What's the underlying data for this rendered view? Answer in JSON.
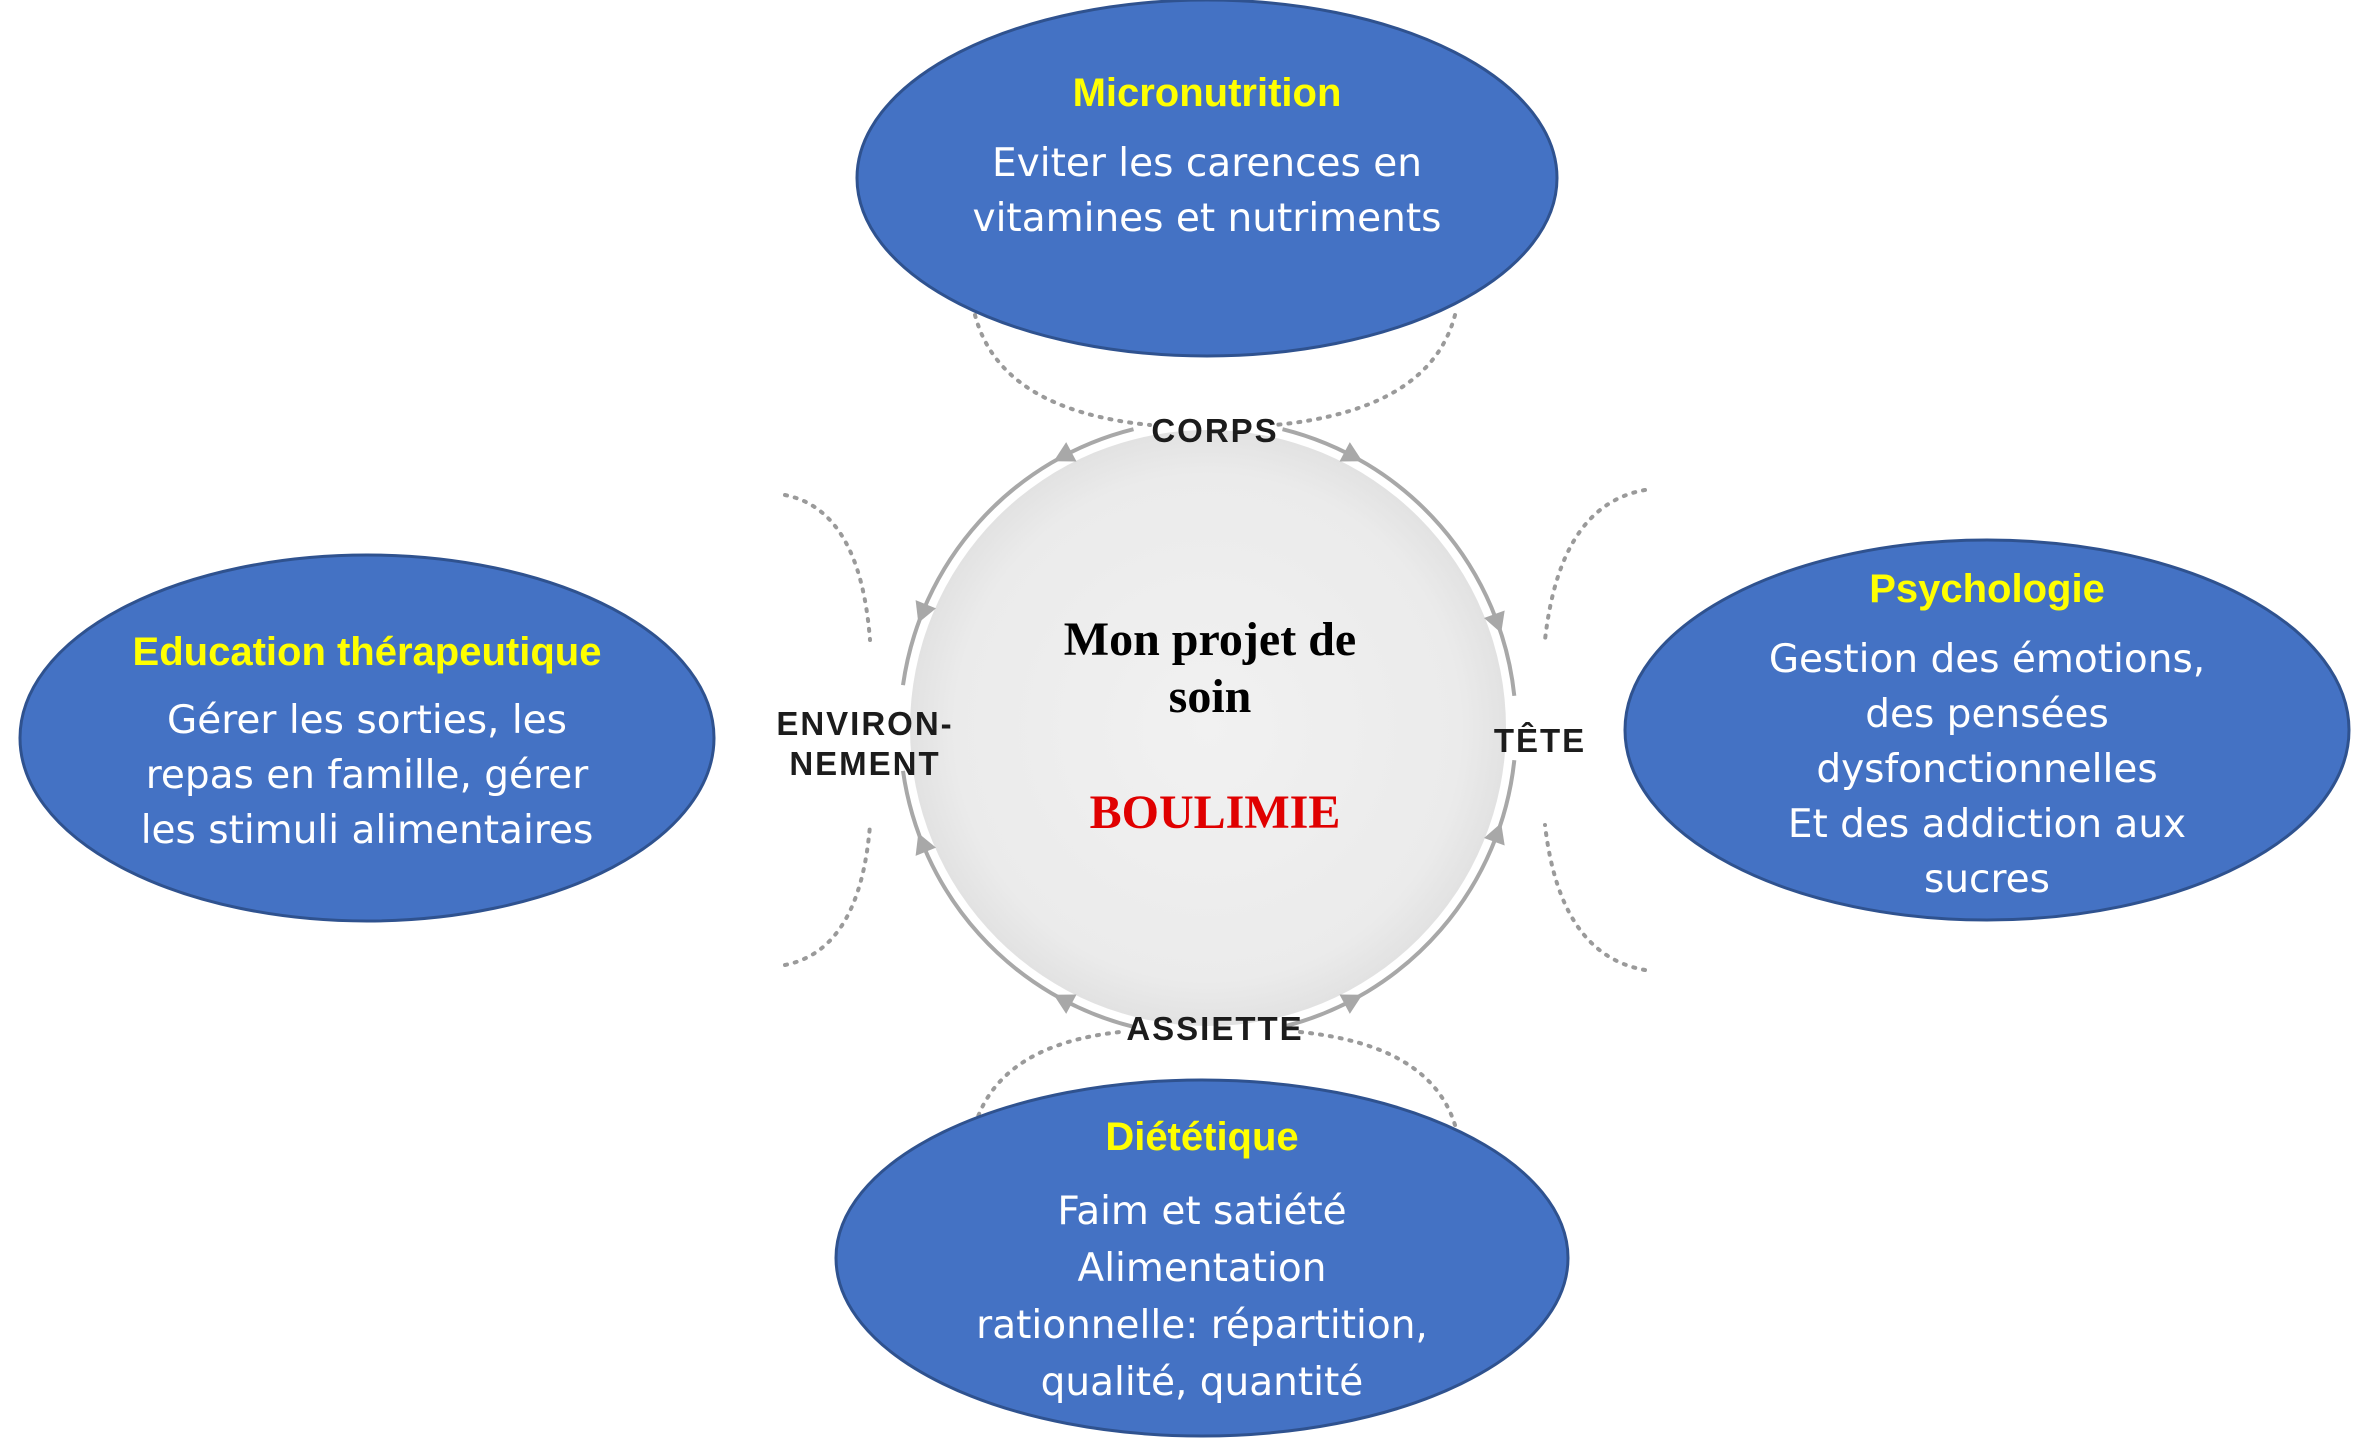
{
  "colors": {
    "ellipse_fill": "#4472c4",
    "ellipse_stroke": "#2f528f",
    "title_color": "#ffff00",
    "text_color": "#ffffff",
    "circle_fill": "#ececec",
    "ring_color": "#a8a8a8",
    "boulimie_color": "#e00000"
  },
  "center": {
    "title_lines": [
      "Mon projet de",
      "soin"
    ],
    "subtitle": "BOULIMIE"
  },
  "axis_labels": {
    "top": "CORPS",
    "right": "TÊTE",
    "bottom": "ASSIETTE",
    "left_lines": [
      "ENVIRON-",
      "NEMENT"
    ]
  },
  "ellipses": {
    "micronutrition": {
      "title": "Micronutrition",
      "lines": [
        "Eviter les carences en",
        "vitamines et nutriments"
      ]
    },
    "psychologie": {
      "title": "Psychologie",
      "lines": [
        "Gestion des émotions,",
        "des pensées",
        "dysfonctionnelles",
        "Et des addiction aux",
        "sucres"
      ]
    },
    "dietetique": {
      "title": "Diététique",
      "lines": [
        "Faim et satiété",
        "Alimentation",
        "rationnelle: répartition,",
        "qualité, quantité"
      ]
    },
    "education": {
      "title": "Education thérapeutique",
      "lines": [
        "Gérer les sorties, les",
        "repas en famille, gérer",
        "les stimuli alimentaires"
      ]
    }
  }
}
